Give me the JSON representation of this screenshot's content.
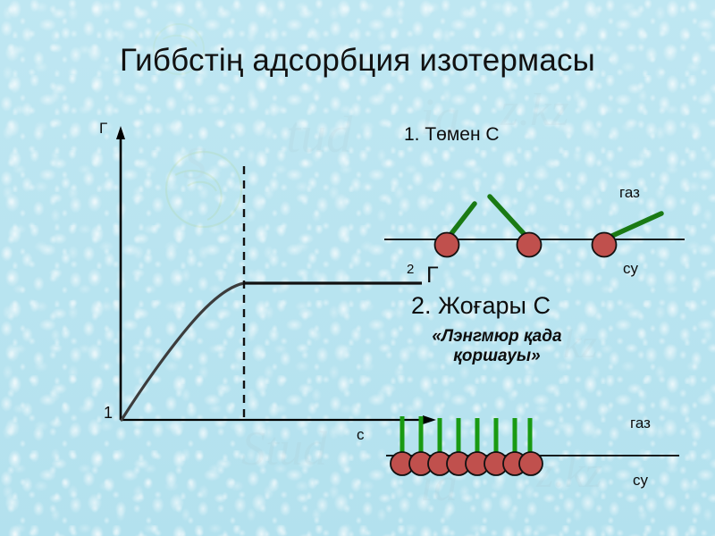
{
  "slide": {
    "title": "Гиббстің адсорбция изотермасы",
    "background_color": "#bce6f1",
    "text_color": "#0d0d0d"
  },
  "chart_data": {
    "type": "line",
    "title": "Гиббстің адсорбция изотермасы",
    "xlabel": "с",
    "ylabel": "Г",
    "description": "Gibbs adsorption isotherm: Г rises with concentration c then saturates at a plateau Г2",
    "axis_origin_label": "1",
    "plateau_label": "2",
    "plateau_symbol": "Г",
    "grid": false,
    "legend": false,
    "xlim": [
      0,
      1
    ],
    "ylim": [
      0,
      1
    ],
    "curve_points": [
      {
        "x": 0.0,
        "y": 0.0
      },
      {
        "x": 0.08,
        "y": 0.22
      },
      {
        "x": 0.16,
        "y": 0.41
      },
      {
        "x": 0.25,
        "y": 0.58
      },
      {
        "x": 0.34,
        "y": 0.72
      },
      {
        "x": 0.42,
        "y": 0.82
      },
      {
        "x": 0.5,
        "y": 0.9
      },
      {
        "x": 0.58,
        "y": 0.96
      },
      {
        "x": 0.66,
        "y": 1.0
      },
      {
        "x": 1.0,
        "y": 1.0
      }
    ],
    "plateau_value": 1.0,
    "saturation_x": 0.66,
    "dashed_marker_x": 0.66
  },
  "annotations": {
    "case1_label": "1. Төмен С",
    "case2_label": "2. Жоғары С",
    "case2_sub": "«Лэнгмюр қада қоршауы»"
  },
  "diagram_top": {
    "name": "low-concentration-interface",
    "gas_label": "газ",
    "water_label": "су",
    "molecule_count": 3,
    "molecule_color": "#c0504d",
    "tail_color": "#1a7a1a",
    "molecules": [
      {
        "x": 500,
        "tail_angle_deg": 55,
        "orientation": "tilted-right"
      },
      {
        "x": 590,
        "tail_angle_deg": 115,
        "orientation": "tilted-left"
      },
      {
        "x": 677,
        "tail_angle_deg": 20,
        "orientation": "nearly-flat"
      }
    ]
  },
  "diagram_bottom": {
    "name": "high-concentration-interface",
    "gas_label": "газ",
    "water_label": "су",
    "molecule_count": 8,
    "molecule_color": "#c0504d",
    "tail_color": "#1a9a1a",
    "arrangement": "close-packed-vertical-palisade"
  },
  "colors": {
    "background": "#bce6f1",
    "molecule_fill": "#c0504d",
    "molecule_stroke": "#1a1a1a",
    "tail_green": "#1a8a12",
    "axis_black": "#000000",
    "curve_gray": "#3a3a3a"
  }
}
